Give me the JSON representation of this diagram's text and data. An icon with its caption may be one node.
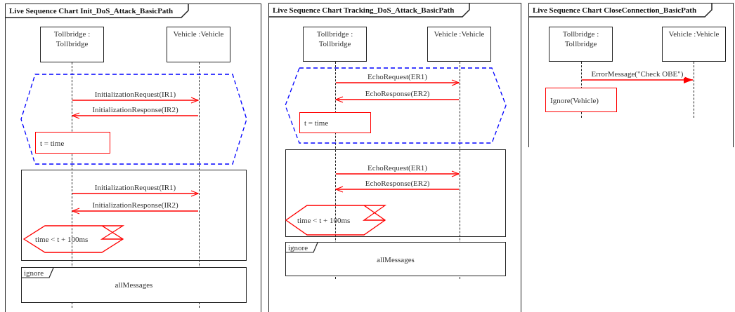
{
  "diagram": {
    "nodes": [
      {
        "text": [
          "Live Sequence Chart Init_DoS_Attack_BasicPath"
        ]
      },
      {
        "text": [
          "Tollbridge : Tollbridge"
        ],
        "in": 0
      },
      {
        "text": [
          "Vehicle :Vehicle"
        ],
        "in": 0
      },
      {
        "text": [],
        "shape": "line",
        "in": 0
      },
      {
        "text": [],
        "shape": "line",
        "in": 0
      },
      {
        "text": [],
        "shape": "hexagon",
        "in": 0
      },
      {
        "text": [
          "t = time"
        ],
        "in": 5
      },
      {
        "text": [],
        "shape": "box",
        "in": 0
      },
      {
        "text": [
          "time < t + 100ms"
        ],
        "in": 7
      },
      {
        "text": [
          "ignore",
          "allMessages"
        ],
        "in": 0
      },
      {
        "text": [
          "Live Sequence Chart Tracking_DoS_Attack_BasicPath"
        ]
      },
      {
        "text": [
          "Tollbridge : Tollbridge"
        ],
        "in": 10
      },
      {
        "text": [
          "Vehicle :Vehicle"
        ],
        "in": 10
      },
      {
        "text": [],
        "shape": "line",
        "in": 10
      },
      {
        "text": [],
        "shape": "line",
        "in": 10
      },
      {
        "text": [],
        "shape": "hexagon",
        "in": 10
      },
      {
        "text": [
          "t = time"
        ],
        "in": 15
      },
      {
        "text": [],
        "shape": "box",
        "in": 10
      },
      {
        "text": [
          "time < t + 100ms"
        ],
        "in": 17
      },
      {
        "text": [
          "ignore",
          "allMessages"
        ],
        "in": 10
      },
      {
        "text": [
          "Live Sequence Chart CloseConnection_BasicPath"
        ]
      },
      {
        "text": [
          "Tollbridge : Tollbridge"
        ],
        "in": 20
      },
      {
        "text": [
          "Vehicle :Vehicle"
        ],
        "in": 20
      },
      {
        "text": [],
        "shape": "line",
        "in": 20
      },
      {
        "text": [],
        "shape": "line",
        "in": 20
      },
      {
        "text": [
          "Ignore(Vehicle)"
        ],
        "in": 20
      }
    ],
    "edges": [
      {
        "from": 3,
        "to": 4,
        "arrow": "to",
        "label": "InitializationRequest(IR1)"
      },
      {
        "from": 4,
        "to": 3,
        "arrow": "to",
        "label": "InitializationResponse(IR2)"
      },
      {
        "from": 3,
        "to": 4,
        "arrow": "to",
        "label": "InitializationRequest(IR1)"
      },
      {
        "from": 4,
        "to": 3,
        "arrow": "to",
        "label": "InitializationResponse(IR2)"
      },
      {
        "from": 13,
        "to": 14,
        "arrow": "to",
        "label": "EchoRequest(ER1)"
      },
      {
        "from": 14,
        "to": 13,
        "arrow": "to",
        "label": "EchoResponse(ER2)"
      },
      {
        "from": 13,
        "to": 14,
        "arrow": "to",
        "label": "EchoRequest(ER1)"
      },
      {
        "from": 14,
        "to": 13,
        "arrow": "to",
        "label": "EchoResponse(ER2)"
      },
      {
        "from": 23,
        "to": 24,
        "arrow": "to",
        "label": "ErrorMessage(\"Check OBE\")"
      }
    ]
  }
}
